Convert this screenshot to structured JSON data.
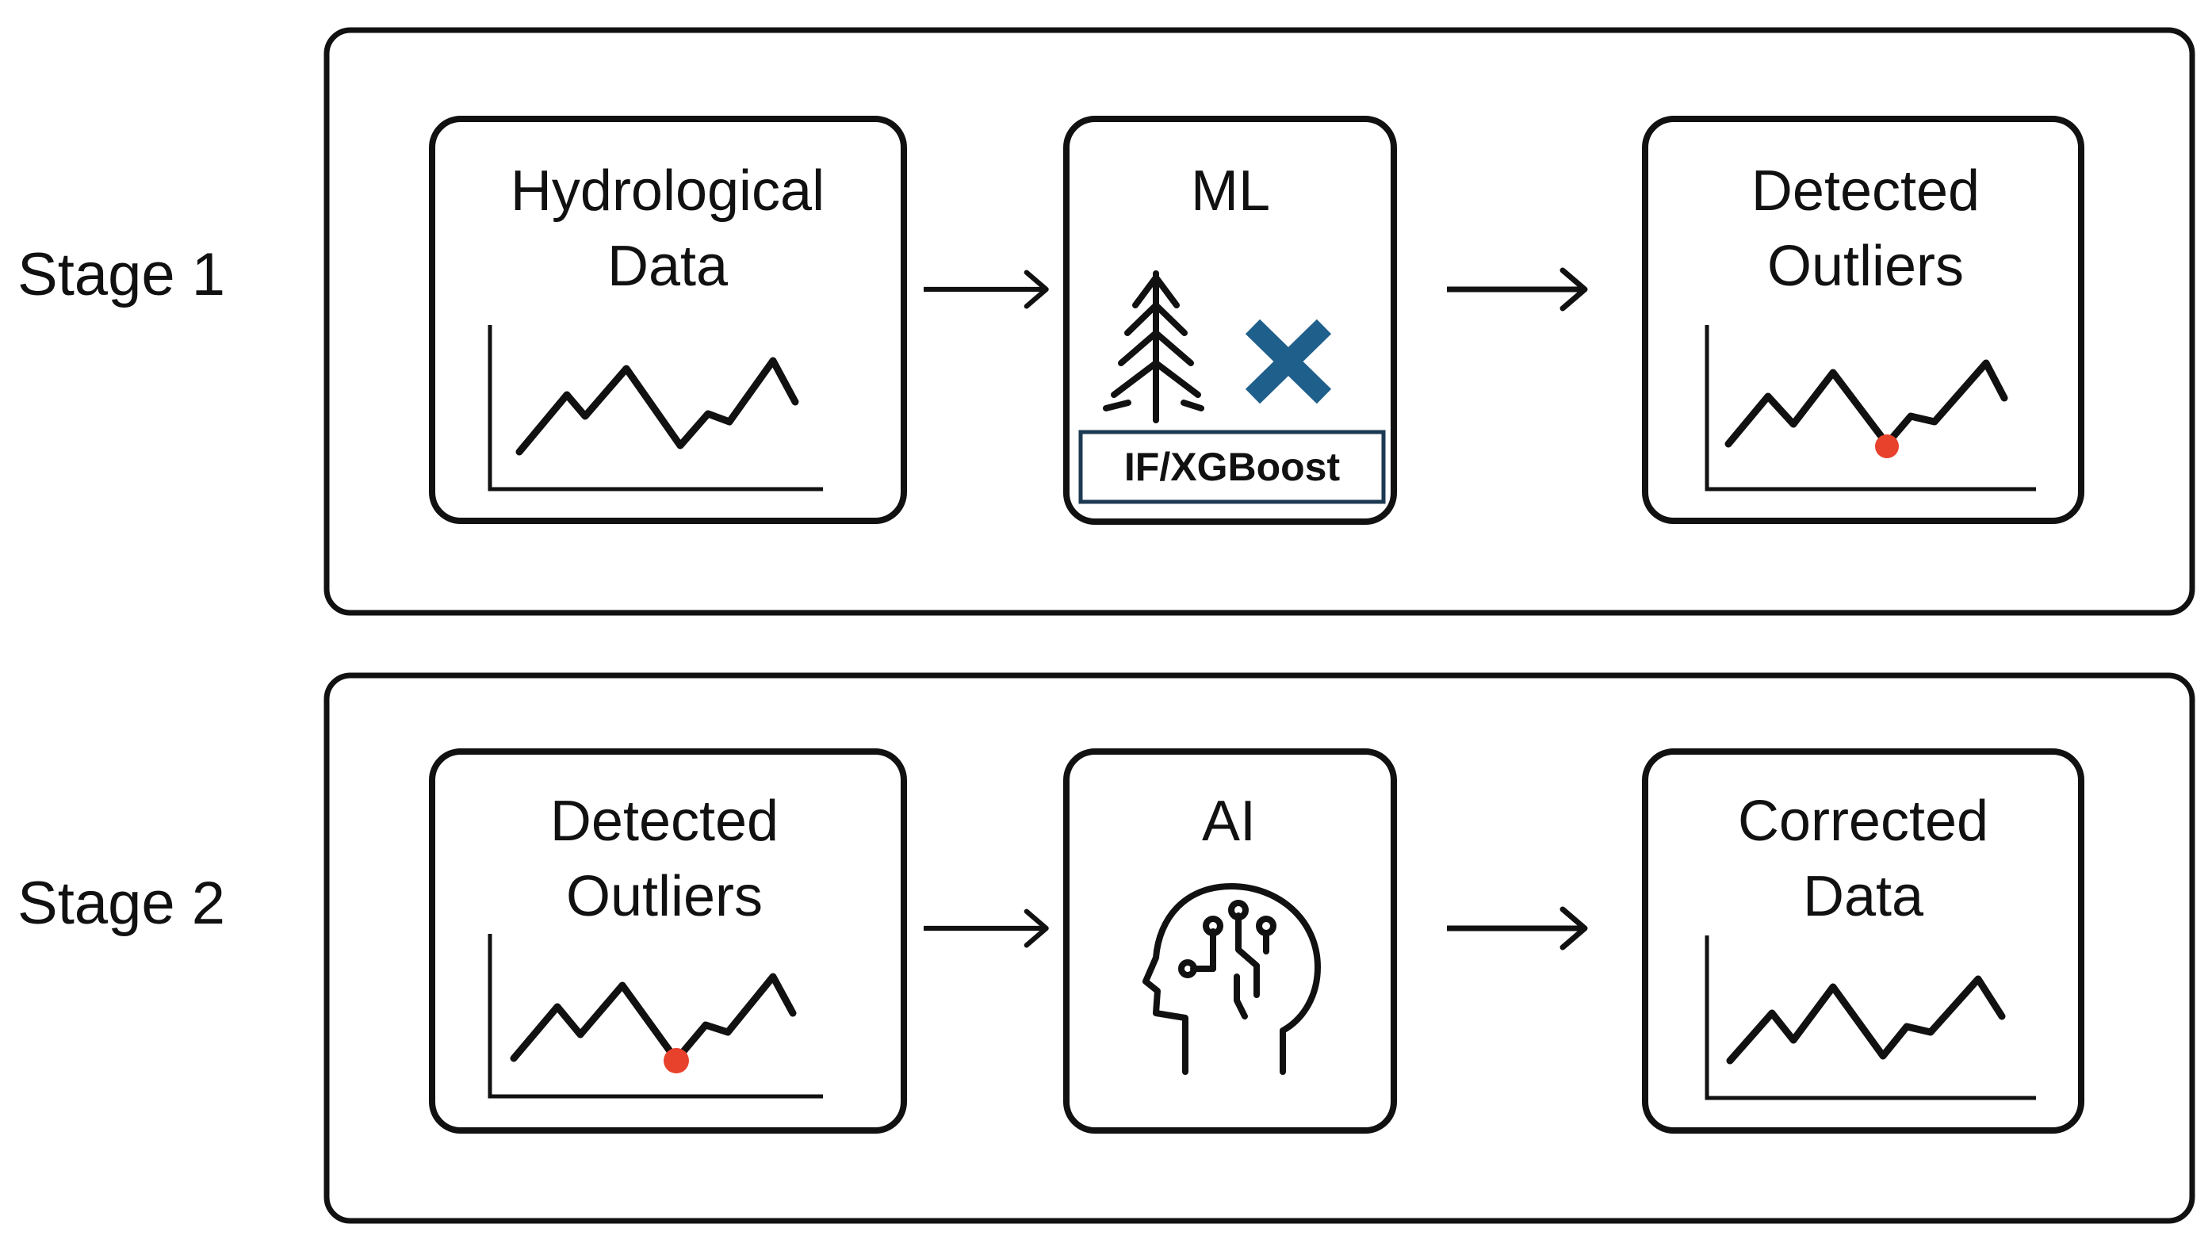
{
  "stages": [
    {
      "label": "Stage 1",
      "steps": [
        {
          "title_lines": [
            "Hydrological",
            "Data"
          ],
          "content": "chart"
        },
        {
          "title_lines": [
            "ML"
          ],
          "content": "model",
          "model_label": "IF/XGBoost",
          "icons": [
            "tree-icon",
            "xgboost-x-icon"
          ]
        },
        {
          "title_lines": [
            "Detected",
            "Outliers"
          ],
          "content": "chart-with-outlier"
        }
      ]
    },
    {
      "label": "Stage 2",
      "steps": [
        {
          "title_lines": [
            "Detected",
            "Outliers"
          ],
          "content": "chart-with-outlier"
        },
        {
          "title_lines": [
            "AI"
          ],
          "content": "ai-head",
          "icons": [
            "ai-head-icon"
          ]
        },
        {
          "title_lines": [
            "Corrected",
            "Data"
          ],
          "content": "chart"
        }
      ]
    }
  ],
  "colors": {
    "outline": "#111111",
    "outlier": "#e8412c",
    "xgboost_blue": "#1f5f8b",
    "model_frame": "#1c3a52"
  }
}
